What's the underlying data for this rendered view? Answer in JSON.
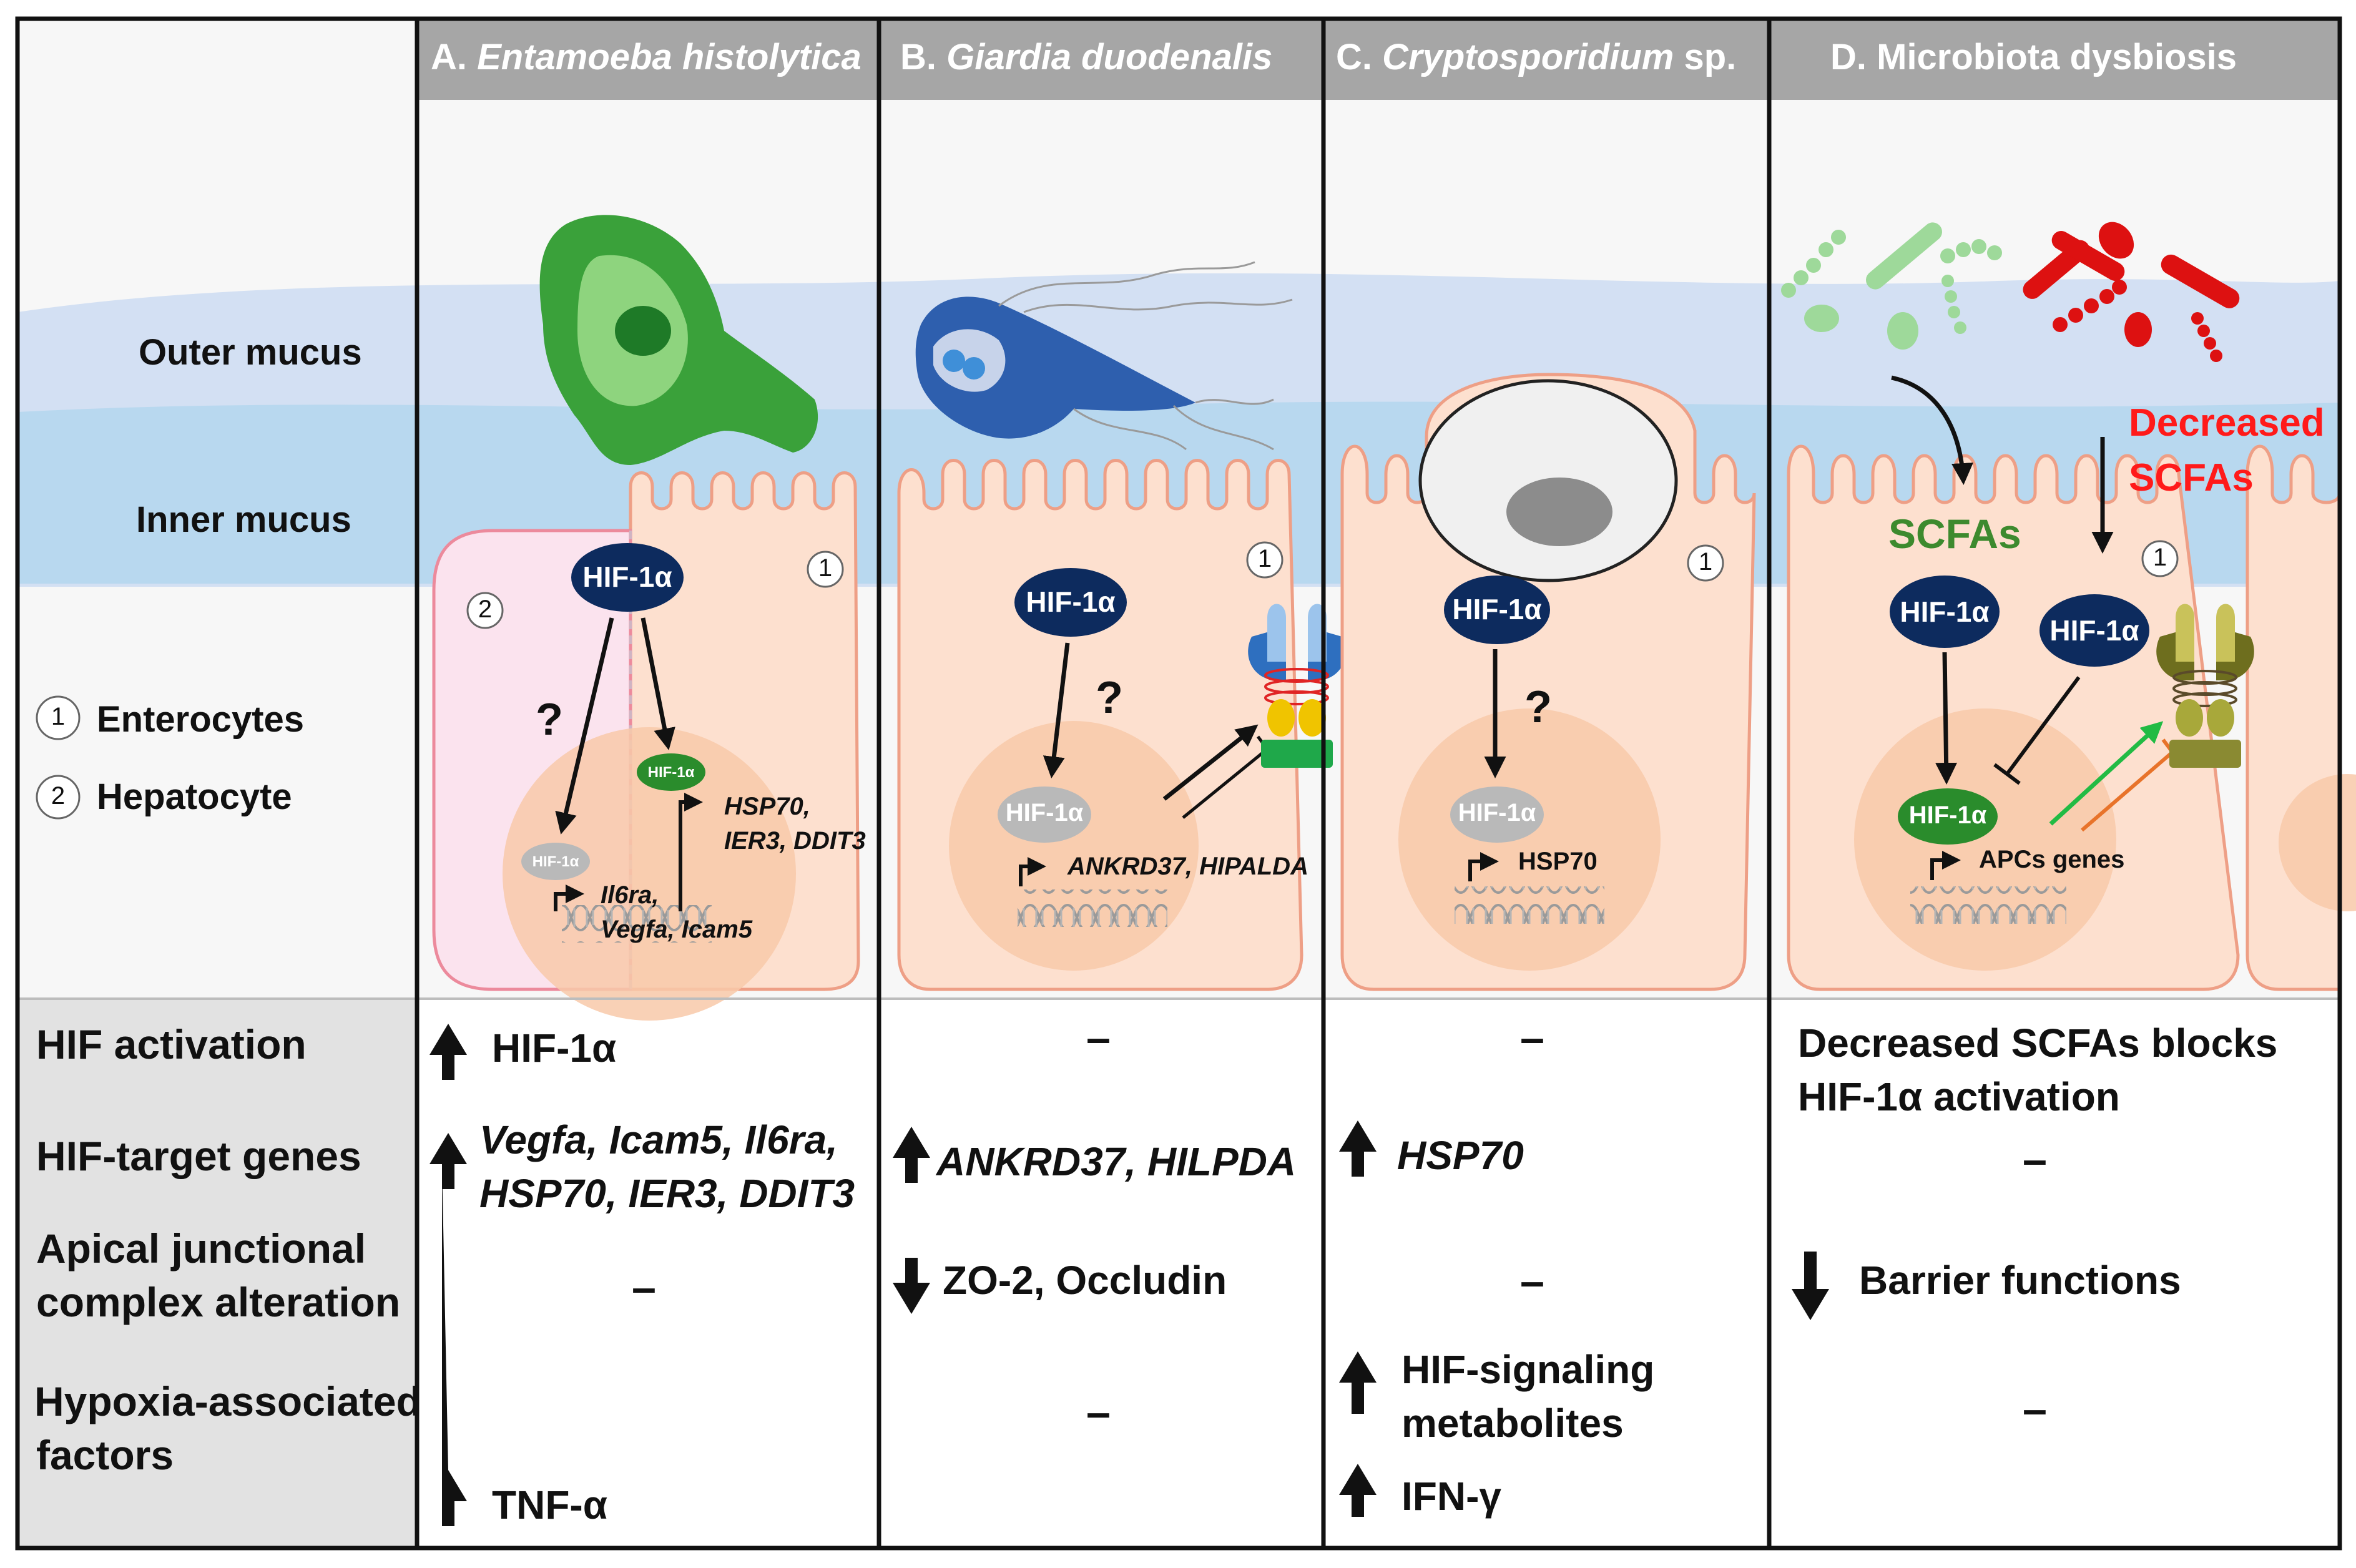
{
  "columns": [
    {
      "prefix": "A.",
      "name": "Entamoeba histolytica",
      "suffix": ""
    },
    {
      "prefix": "B.",
      "name": "Giardia duodenalis",
      "suffix": ""
    },
    {
      "prefix": "C.",
      "name": "Cryptosporidium",
      "suffix": " sp."
    },
    {
      "prefix": "D.",
      "name": "Microbiota dysbiosis",
      "suffix": ""
    }
  ],
  "layers": {
    "outer_mucus": "Outer mucus",
    "inner_mucus": "Inner mucus"
  },
  "legend": [
    {
      "num": "1",
      "label": "Enterocytes"
    },
    {
      "num": "2",
      "label": "Hepatocyte"
    }
  ],
  "panels": {
    "a": {
      "hif": "HIF-1α",
      "nuclear_hif": "HIF-1α",
      "question": "?",
      "genes_1": [
        "HSP70,",
        "IER3, DDIT3"
      ],
      "genes_2": [
        "Il6ra,",
        "Vegfa, Icam5"
      ],
      "cell_num_1": "1",
      "cell_num_2": "2"
    },
    "b": {
      "hif": "HIF-1α",
      "nuclear_hif": "HIF-1α",
      "question": "?",
      "genes": "ANKRD37, HIPALDA",
      "cell_num": "1"
    },
    "c": {
      "hif": "HIF-1α",
      "nuclear_hif": "HIF-1α",
      "question": "?",
      "genes": "HSP70",
      "cell_num": "1"
    },
    "d": {
      "hif_left": "HIF-1α",
      "hif_right": "HIF-1α",
      "nuclear_hif": "HIF-1α",
      "scfas": "SCFAs",
      "decreased": [
        "Decreased",
        "SCFAs"
      ],
      "genes": "APCs genes",
      "cell_num": "1"
    }
  },
  "table": {
    "rows": [
      {
        "label": [
          "HIF activation"
        ]
      },
      {
        "label": [
          "HIF-target genes"
        ]
      },
      {
        "label": [
          "Apical junctional",
          "complex alteration"
        ]
      },
      {
        "label": [
          "Hypoxia-associated",
          "factors"
        ]
      }
    ],
    "dash": "–",
    "col_a": {
      "hif_activation": "HIF-1α",
      "target_genes": [
        "Vegfa, Icam5, Il6ra,",
        "HSP70, IER3, DDIT3"
      ],
      "factors": "TNF-α"
    },
    "col_b": {
      "target_genes": "ANKRD37, HILPDA",
      "junction": "ZO-2, Occludin"
    },
    "col_c": {
      "target_genes": "HSP70",
      "factors_1": [
        "HIF-signaling",
        "metabolites"
      ],
      "factors_2": "IFN-γ"
    },
    "col_d": {
      "hif_activation": [
        "Decreased SCFAs blocks",
        "HIF-1α activation"
      ],
      "junction": "Barrier functions"
    }
  },
  "colors": {
    "header_band": "#a6a6a6",
    "outer_mucus": "#d3e0f3",
    "inner_mucus": "#b8d8ef",
    "enterocyte": "#fde0cf",
    "enterocyte_border": "#ee9f86",
    "hepatocyte": "#fbe3ee",
    "hepatocyte_border": "#ec8a9c",
    "nucleus": "#f8c9a9",
    "hif_cytoplasm": "#0d2b5e",
    "hif_nuclear_inactive": "#b9b9b9",
    "hif_nuclear_active": "#2a8c2c",
    "amoeba": "#3aa13a",
    "giardia": "#2e5fae",
    "commensal": "#9ed99a",
    "pathobiont": "#dd1111",
    "scfas_text": "#3d8a2e",
    "decreased_text": "#ff1a1a",
    "table_label_bg": "#e2e2e2"
  }
}
